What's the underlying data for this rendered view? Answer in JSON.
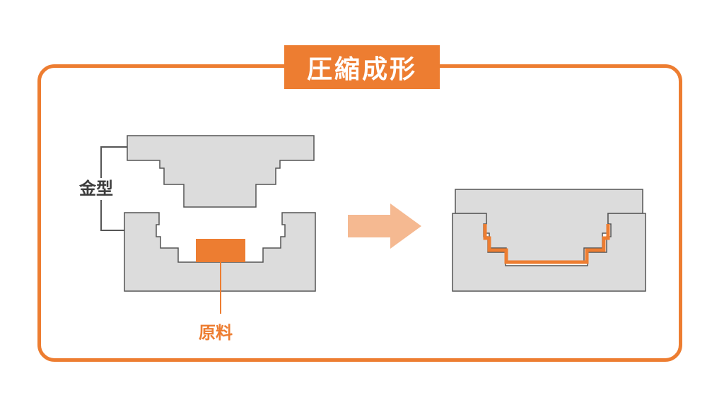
{
  "title": "圧縮成形",
  "labels": {
    "mold": "金型",
    "material": "原料"
  },
  "colors": {
    "accent": "#ed7d31",
    "mold_fill": "#dcdcdc",
    "mold_stroke": "#555555",
    "arrow": "#f5b991",
    "text": "#3c3c3c"
  },
  "icons": {
    "arrow": "right-arrow-icon"
  }
}
